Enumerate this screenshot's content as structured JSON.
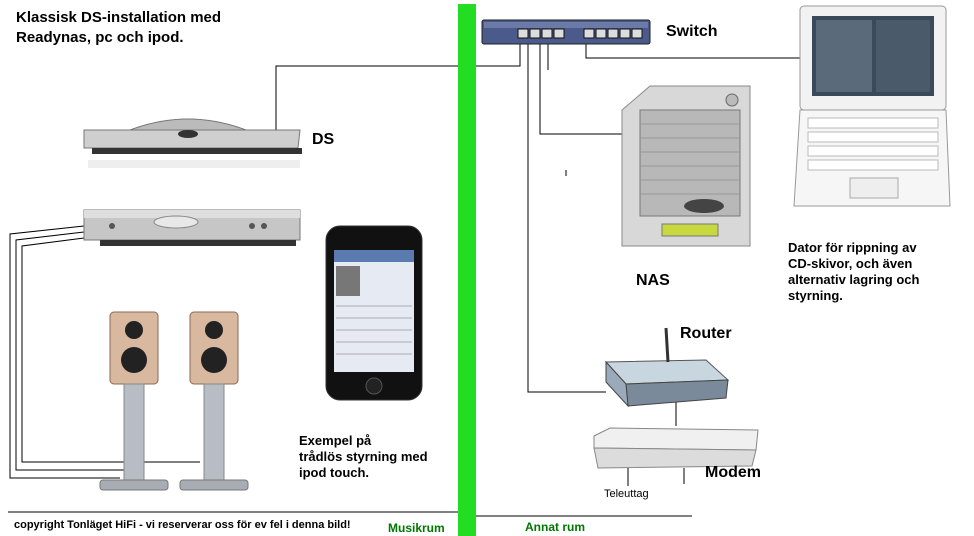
{
  "title": "Klassisk DS-installation med\nReadynas, pc och ipod.",
  "labels": {
    "switch": "Switch",
    "ds": "DS",
    "nas": "NAS",
    "router": "Router",
    "modem": "Modem",
    "teleuttag": "Teleuttag"
  },
  "notes": {
    "ipod": "Exempel på\ntrådlös styrning med\nipod touch.",
    "computer": "Dator för rippning av\nCD-skivor, och även\nalternativ lagring och\nstyrning."
  },
  "footer": {
    "copyright": "copyright Tonläget HiFi - vi reserverar oss för ev fel i denna bild!",
    "room_left": "Musikrum",
    "room_right": "Annat rum"
  },
  "colors": {
    "wall": "#22dd22",
    "room_text": "#007700",
    "wire": "#000000"
  }
}
